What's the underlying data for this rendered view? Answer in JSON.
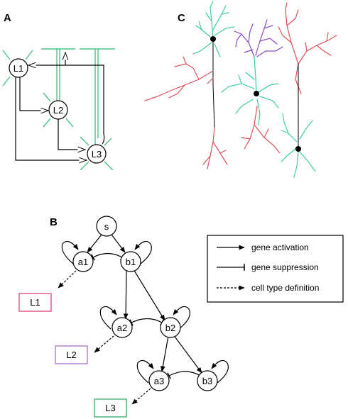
{
  "panels": {
    "a": "A",
    "b": "B",
    "c": "C"
  },
  "panel_a": {
    "layers": [
      "L1",
      "L2",
      "L3"
    ]
  },
  "panel_b": {
    "source": "s",
    "genes": [
      "a1",
      "b1",
      "a2",
      "b2",
      "a3",
      "b3"
    ],
    "cell_types": [
      "L1",
      "L2",
      "L3"
    ],
    "legend": {
      "activation": "gene activation",
      "suppression": "gene suppression",
      "definition": "cell type definition"
    }
  },
  "colors": {
    "green": "#4fc187",
    "red": "#e0505a",
    "purple": "#8a4cc0",
    "teal": "#3fcf9a",
    "pink_box": "#e0407a",
    "purple_box": "#a070d0",
    "green_box": "#3aa86a"
  }
}
